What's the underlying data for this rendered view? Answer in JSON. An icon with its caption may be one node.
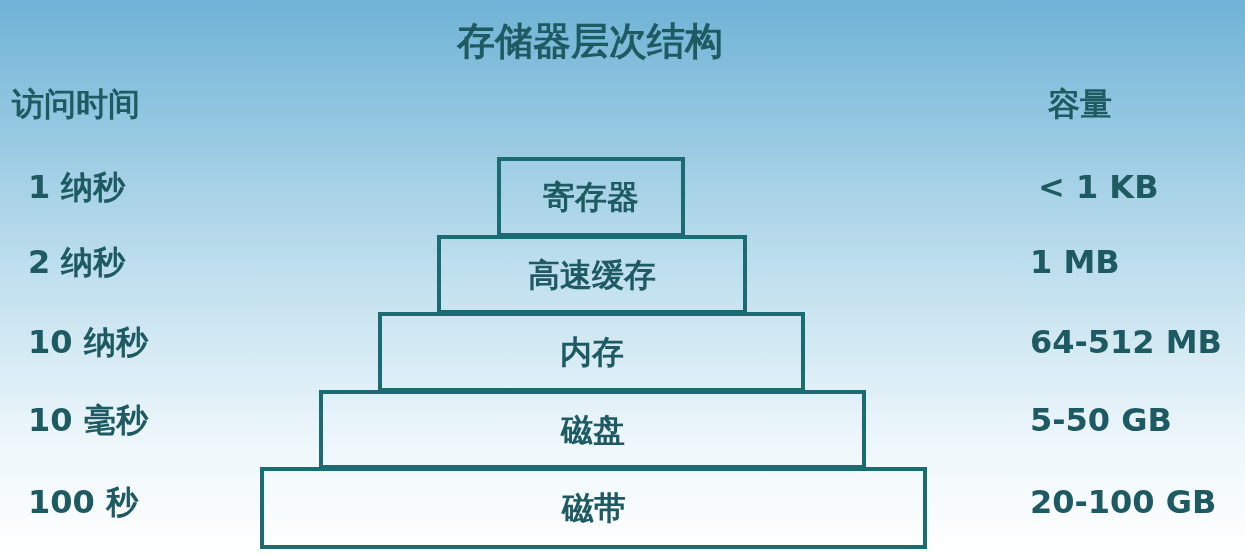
{
  "diagram": {
    "title": "存储器层次结构",
    "nodes": [
      {
        "text": [
          "寄存器"
        ]
      },
      {
        "text": [
          "高速缓存"
        ]
      },
      {
        "text": [
          "内存"
        ]
      },
      {
        "text": [
          "磁盘"
        ]
      },
      {
        "text": [
          "磁带"
        ]
      }
    ],
    "labels": [
      "访问时间",
      "容量",
      "1 纳秒",
      "< 1 KB",
      "2 纳秒",
      "1 MB",
      "10 纳秒",
      "64-512 MB",
      "10 毫秒",
      "5-50 GB",
      "100 秒",
      "20-100 GB"
    ]
  }
}
